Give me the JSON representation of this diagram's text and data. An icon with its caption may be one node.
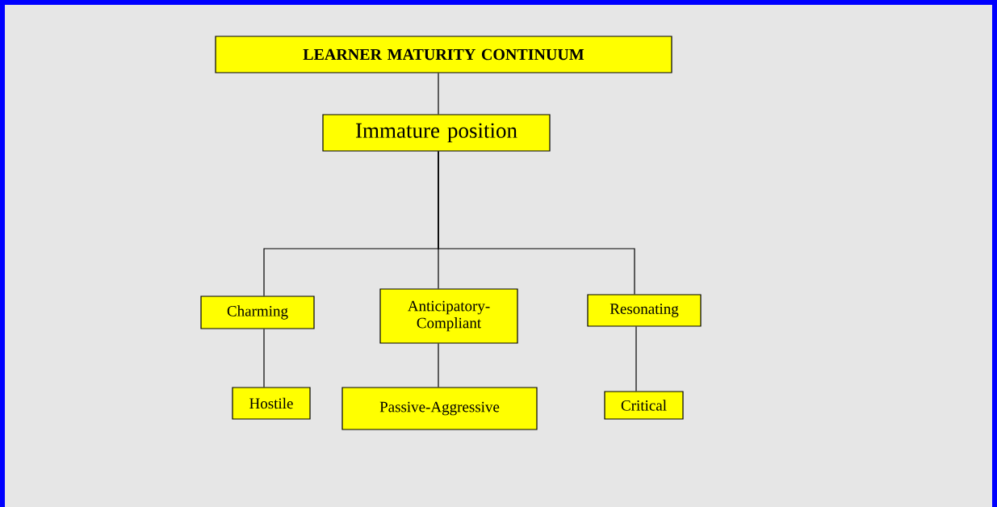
{
  "diagram": {
    "nodes": [
      {
        "text": [
          "LEARNER MATURITY CONTINUUM"
        ]
      },
      {
        "text": [
          "Immature position"
        ]
      },
      {
        "text": [
          "Charming"
        ]
      },
      {
        "text": [
          "Anticipatory-Compliant"
        ]
      },
      {
        "text": [
          "Resonating"
        ]
      },
      {
        "text": [
          "Hostile"
        ]
      },
      {
        "text": [
          "Passive-Aggressive"
        ]
      },
      {
        "text": [
          "Critical"
        ]
      }
    ],
    "edges": [
      {
        "from": 0,
        "to": 1,
        "arrow": "none"
      },
      {
        "from": 1,
        "to": 2,
        "arrow": "none"
      },
      {
        "from": 1,
        "to": 3,
        "arrow": "none"
      },
      {
        "from": 1,
        "to": 4,
        "arrow": "none"
      },
      {
        "from": 2,
        "to": 5,
        "arrow": "none"
      },
      {
        "from": 3,
        "to": 6,
        "arrow": "none"
      },
      {
        "from": 4,
        "to": 7,
        "arrow": "none"
      }
    ]
  }
}
